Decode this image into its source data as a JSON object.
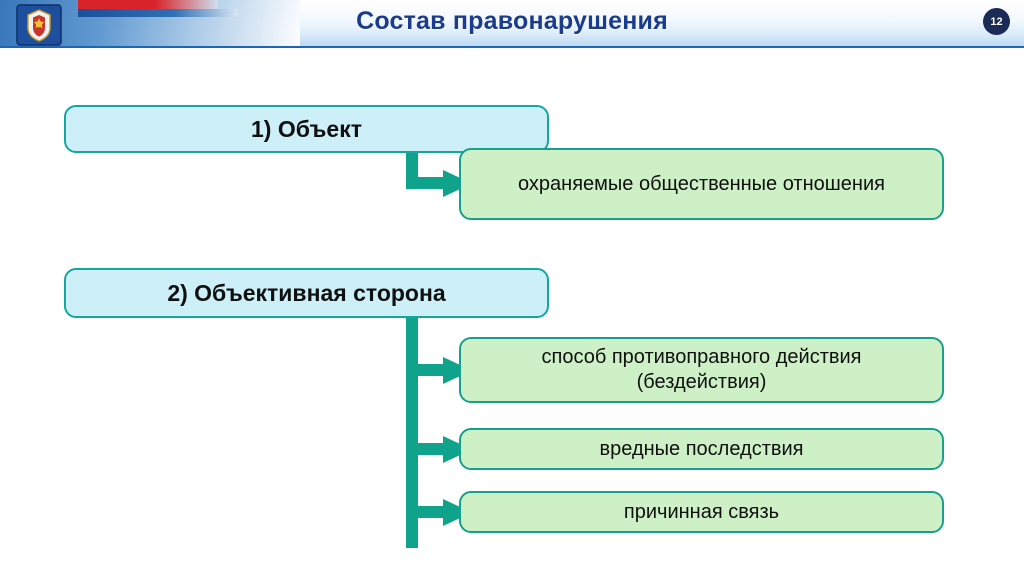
{
  "header": {
    "title": "Состав правонарушения",
    "slide_number": "12",
    "emblem_name": "russian-coat-of-arms-emblem",
    "accent_color": "#1b3c8c"
  },
  "diagram": {
    "colors": {
      "heading_fill": "#cdf0f8",
      "detail_fill": "#cdf0c6",
      "border": "#18a08c",
      "arrow": "#0fa38c"
    },
    "nodes": [
      {
        "id": "object",
        "label": "1) Объект",
        "type": "heading"
      },
      {
        "id": "object_detail",
        "label": "охраняемые общественные отношения",
        "type": "detail"
      },
      {
        "id": "objective_side",
        "label": "2) Объективная сторона",
        "type": "heading"
      },
      {
        "id": "method",
        "label": "способ противоправного действия (бездействия)",
        "type": "detail"
      },
      {
        "id": "consequences",
        "label": "вредные последствия",
        "type": "detail"
      },
      {
        "id": "causal",
        "label": "причинная связь",
        "type": "detail"
      }
    ],
    "edges": [
      {
        "from": "object",
        "to": "object_detail"
      },
      {
        "from": "objective_side",
        "to": "method"
      },
      {
        "from": "objective_side",
        "to": "consequences"
      },
      {
        "from": "objective_side",
        "to": "causal"
      }
    ]
  }
}
